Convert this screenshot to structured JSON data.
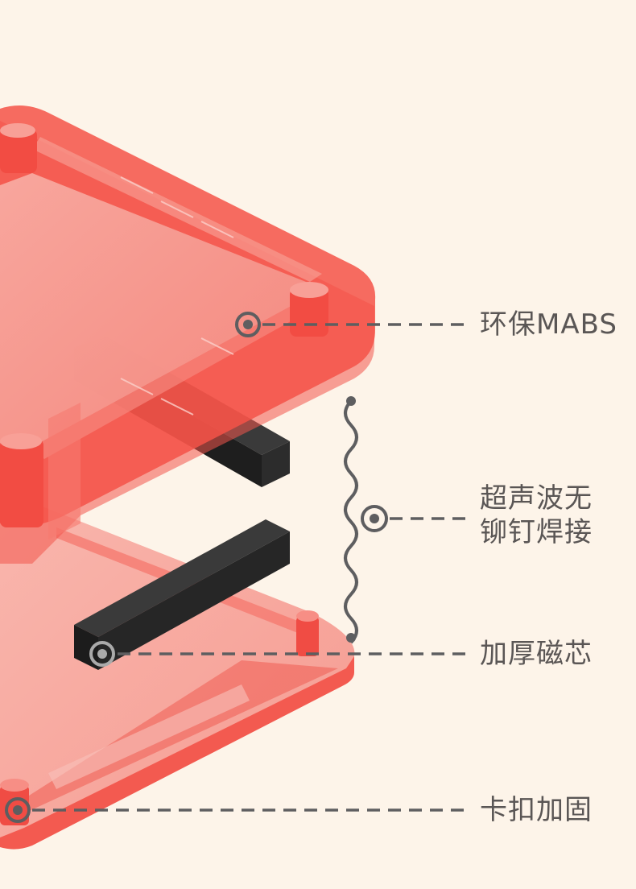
{
  "callouts": {
    "material": "环保MABS",
    "welding_line1": "超声波无",
    "welding_line2": "铆钉焊接",
    "magnet": "加厚磁芯",
    "clip": "卡扣加固"
  },
  "colors": {
    "background": "#fdf4e9",
    "shell": "#f24a44",
    "shell_light": "#f58c84",
    "shell_face": "#f7a49a",
    "magnet": "#222222",
    "callout_line": "#5e5e60",
    "text": "#5a5655"
  }
}
